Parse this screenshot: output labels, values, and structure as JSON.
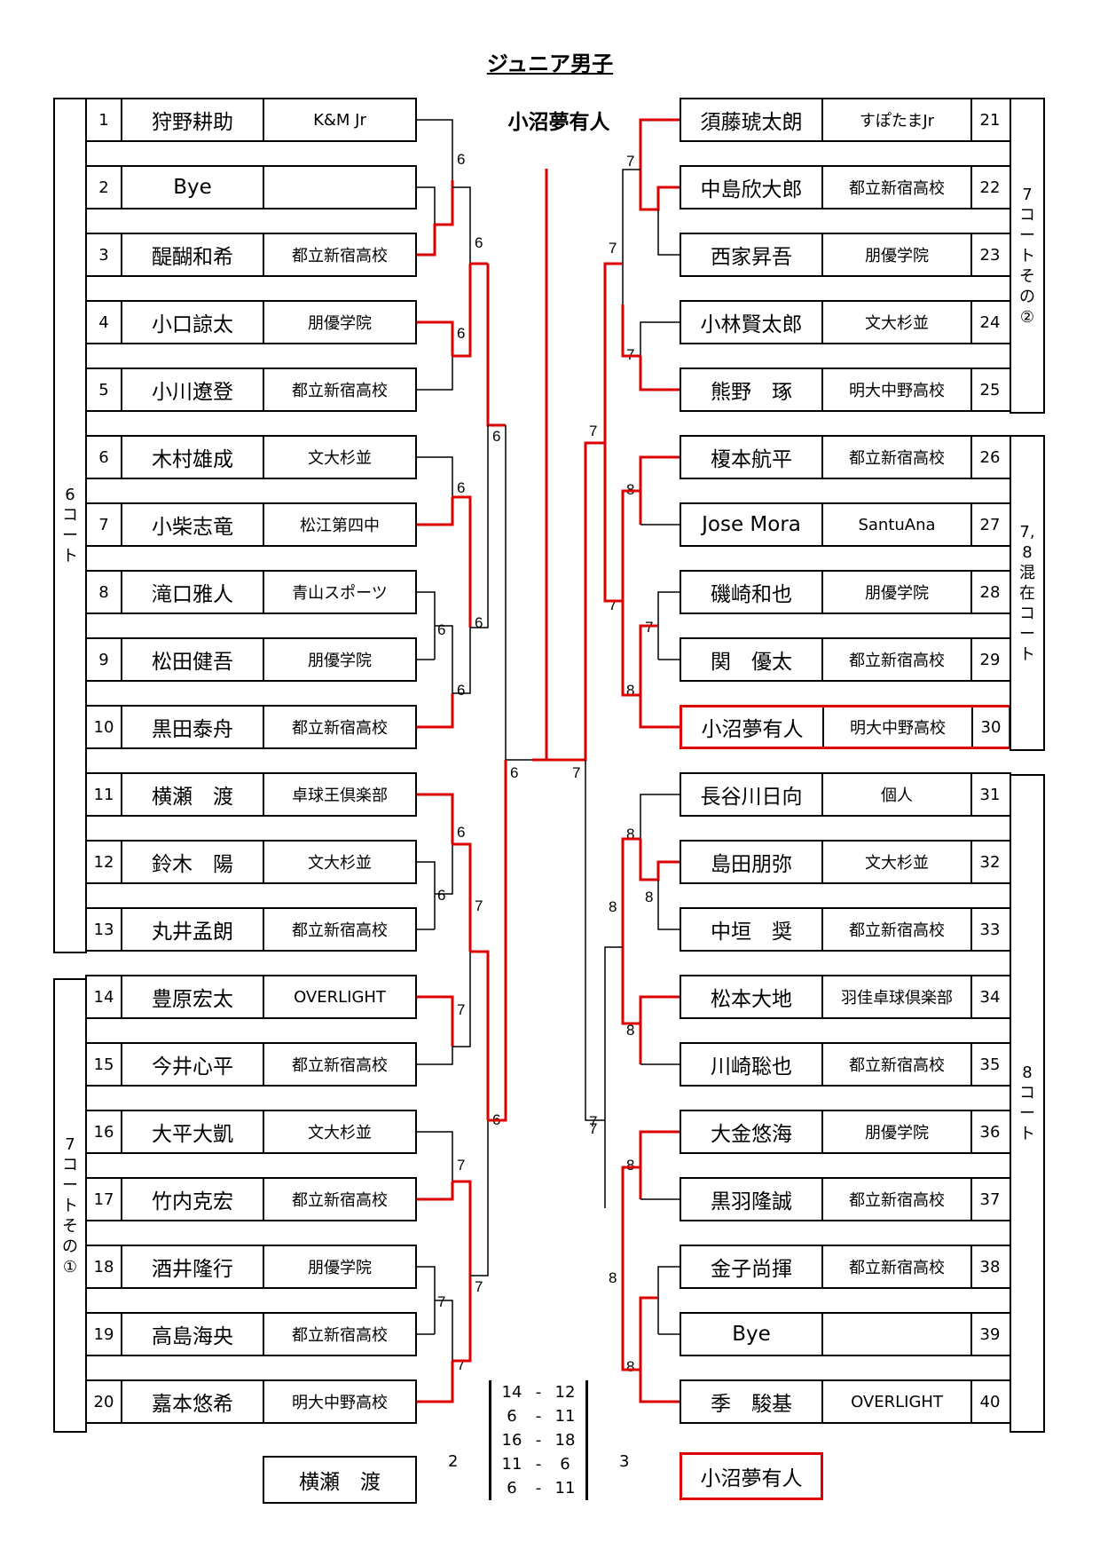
{
  "title": "ジュニア男子",
  "champion": "小沼夢有人",
  "left_players": [
    {
      "seed": "1",
      "name": "狩野耕助",
      "club": "K&M Jr"
    },
    {
      "seed": "2",
      "name": "Bye",
      "club": ""
    },
    {
      "seed": "3",
      "name": "醍醐和希",
      "club": "都立新宿高校"
    },
    {
      "seed": "4",
      "name": "小口諒太",
      "club": "朋優学院"
    },
    {
      "seed": "5",
      "name": "小川遼登",
      "club": "都立新宿高校"
    },
    {
      "seed": "6",
      "name": "木村雄成",
      "club": "文大杉並"
    },
    {
      "seed": "7",
      "name": "小柴志竜",
      "club": "松江第四中"
    },
    {
      "seed": "8",
      "name": "滝口雅人",
      "club": "青山スポーツ"
    },
    {
      "seed": "9",
      "name": "松田健吾",
      "club": "朋優学院"
    },
    {
      "seed": "10",
      "name": "黒田泰舟",
      "club": "都立新宿高校"
    },
    {
      "seed": "11",
      "name": "横瀬　渡",
      "club": "卓球王倶楽部"
    },
    {
      "seed": "12",
      "name": "鈴木　陽",
      "club": "文大杉並"
    },
    {
      "seed": "13",
      "name": "丸井孟朗",
      "club": "都立新宿高校"
    },
    {
      "seed": "14",
      "name": "豊原宏太",
      "club": "OVERLIGHT"
    },
    {
      "seed": "15",
      "name": "今井心平",
      "club": "都立新宿高校"
    },
    {
      "seed": "16",
      "name": "大平大凱",
      "club": "文大杉並"
    },
    {
      "seed": "17",
      "name": "竹内克宏",
      "club": "都立新宿高校"
    },
    {
      "seed": "18",
      "name": "酒井隆行",
      "club": "朋優学院"
    },
    {
      "seed": "19",
      "name": "高島海央",
      "club": "都立新宿高校"
    },
    {
      "seed": "20",
      "name": "嘉本悠希",
      "club": "明大中野高校"
    }
  ],
  "right_players": [
    {
      "seed": "21",
      "name": "須藤琥太朗",
      "club": "すぽたまJr"
    },
    {
      "seed": "22",
      "name": "中島欣大郎",
      "club": "都立新宿高校"
    },
    {
      "seed": "23",
      "name": "西家昇吾",
      "club": "朋優学院"
    },
    {
      "seed": "24",
      "name": "小林賢太郎",
      "club": "文大杉並"
    },
    {
      "seed": "25",
      "name": "熊野　琢",
      "club": "明大中野高校"
    },
    {
      "seed": "26",
      "name": "榎本航平",
      "club": "都立新宿高校"
    },
    {
      "seed": "27",
      "name": "Jose Mora",
      "club": "SantuAna"
    },
    {
      "seed": "28",
      "name": "磯崎和也",
      "club": "朋優学院"
    },
    {
      "seed": "29",
      "name": "関　優太",
      "club": "都立新宿高校"
    },
    {
      "seed": "30",
      "name": "小沼夢有人",
      "club": "明大中野高校"
    },
    {
      "seed": "31",
      "name": "長谷川日向",
      "club": "個人"
    },
    {
      "seed": "32",
      "name": "島田朋弥",
      "club": "文大杉並"
    },
    {
      "seed": "33",
      "name": "中垣　奨",
      "club": "都立新宿高校"
    },
    {
      "seed": "34",
      "name": "松本大地",
      "club": "羽佳卓球倶楽部"
    },
    {
      "seed": "35",
      "name": "川崎聡也",
      "club": "都立新宿高校"
    },
    {
      "seed": "36",
      "name": "大金悠海",
      "club": "朋優学院"
    },
    {
      "seed": "37",
      "name": "黒羽隆誠",
      "club": "都立新宿高校"
    },
    {
      "seed": "38",
      "name": "金子尚揮",
      "club": "都立新宿高校"
    },
    {
      "seed": "39",
      "name": "Bye",
      "club": ""
    },
    {
      "seed": "40",
      "name": "季　駿基",
      "club": "OVERLIGHT"
    }
  ],
  "courts": {
    "left_top": "6コート",
    "left_bottom": "7コートその①",
    "right_top": "7コートその②",
    "right_mid": "7,8混在コート",
    "right_bottom": "8コート"
  },
  "court_labels": {
    "l1_2": "6",
    "l3_4": "6",
    "l6_7": "6",
    "l8_9": "6",
    "l9_10": "6",
    "l11_12": "6",
    "l12_13": "6",
    "l14_15": "7",
    "l16_17": "7",
    "l18_19": "7",
    "l19_20": "7",
    "l_a": "6",
    "l_b": "6",
    "l_c": "6",
    "l_d": "7",
    "l_e": "7",
    "l_f": "6",
    "l_g": "6",
    "l_h": "6",
    "r21_22": "7",
    "r22_23": "7",
    "r24_25": "7",
    "r26_27": "8",
    "r28_29": "7",
    "r29_30": "8",
    "r31_32": "8",
    "r32_33": "8",
    "r34_35": "8",
    "r36_37": "8",
    "r38_40": "8",
    "r_a": "7",
    "r_b": "7",
    "r_c": "8",
    "r_d": "8",
    "r_e": "7",
    "r_f": "8",
    "r_g": "7",
    "r_final": "7"
  },
  "final": {
    "left_finalist": "横瀬　渡",
    "right_finalist": "小沼夢有人",
    "left_games": "2",
    "right_games": "3",
    "scores": [
      {
        "a": "14",
        "b": "12"
      },
      {
        "a": "6",
        "b": "11"
      },
      {
        "a": "16",
        "b": "18"
      },
      {
        "a": "11",
        "b": "6"
      },
      {
        "a": "6",
        "b": "11"
      }
    ]
  },
  "colors": {
    "winner_line": "#dd0000",
    "line": "#000000"
  }
}
